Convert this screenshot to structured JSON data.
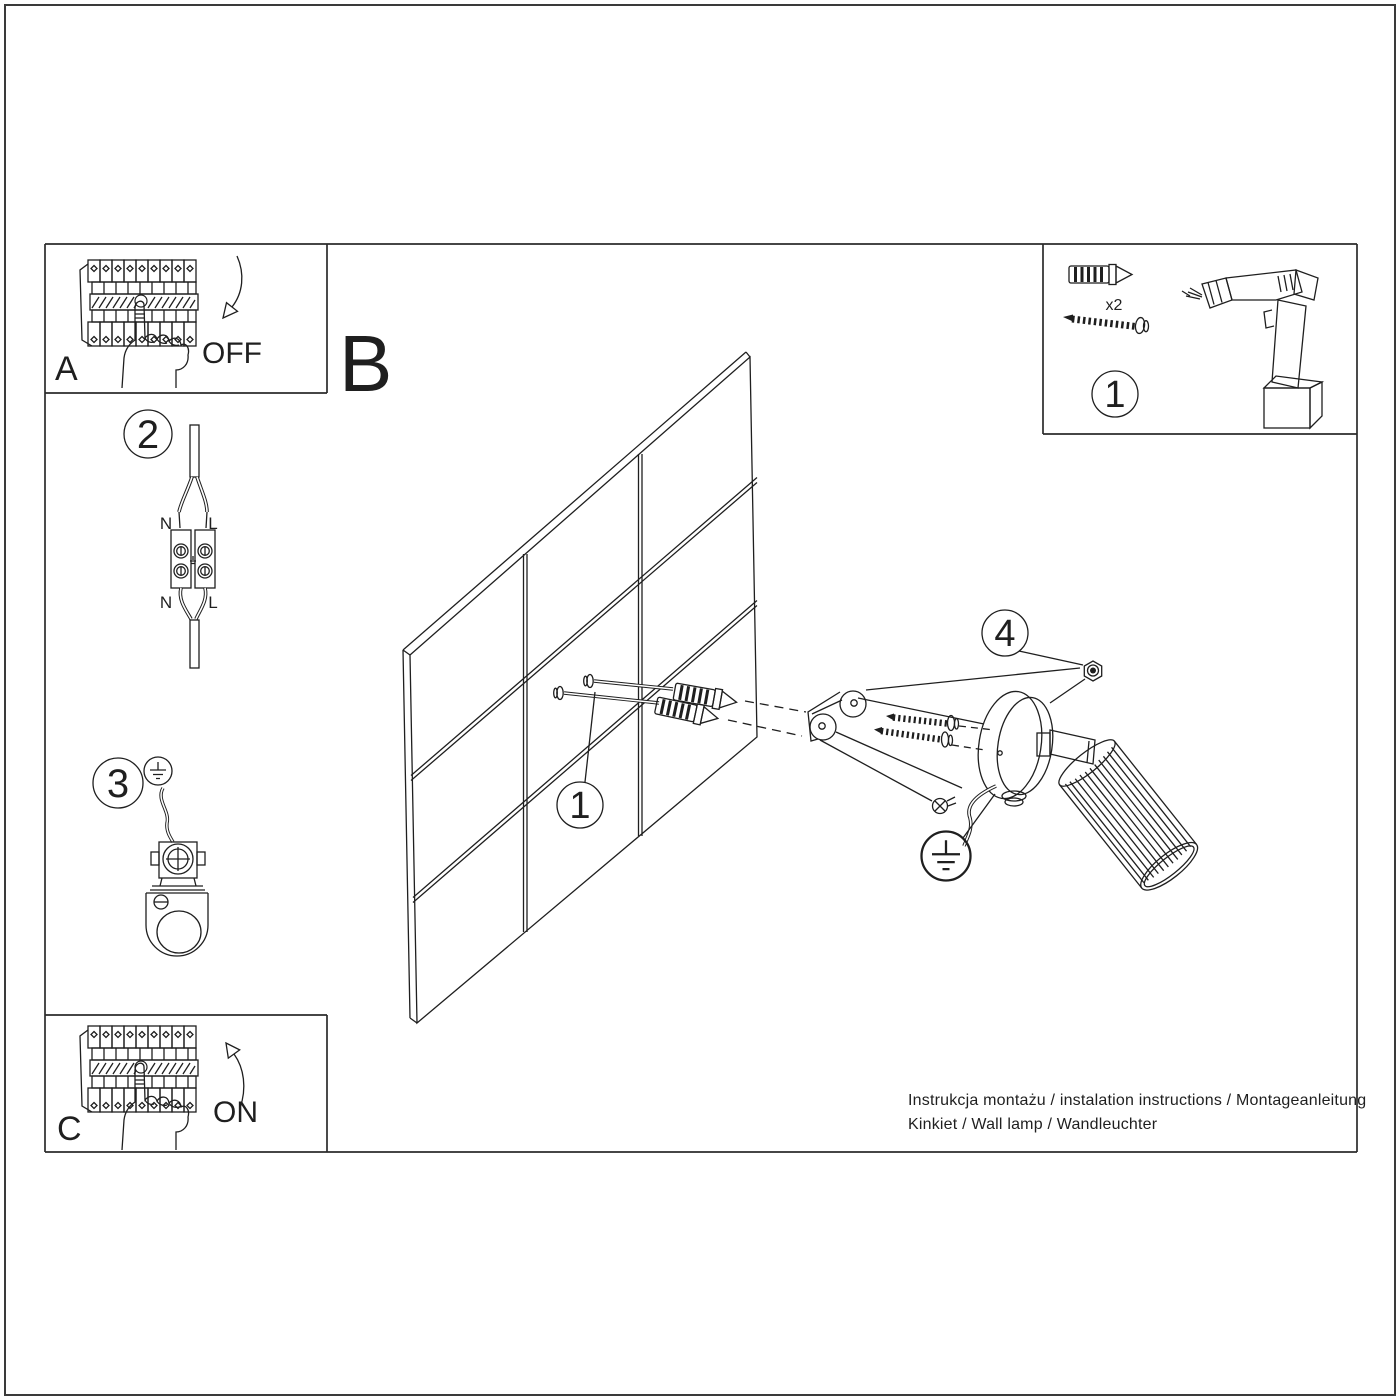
{
  "doc": {
    "type": "wall lamp installation instruction sheet"
  },
  "colors": {
    "ink": "#1f1f1f",
    "paper": "#ffffff"
  },
  "sections": {
    "a_label": "A",
    "b_label": "B",
    "c_label": "C"
  },
  "power": {
    "off_label": "OFF",
    "on_label": "ON"
  },
  "callouts": {
    "wiring_step": "2",
    "earth_step": "3",
    "anchors": "1",
    "kit_step": "1",
    "nut": "4"
  },
  "terminal_block": {
    "top_left": "N",
    "top_right": "L",
    "bottom_left": "N",
    "bottom_right": "L"
  },
  "kit": {
    "anchor_quantity": "x2"
  },
  "footer": {
    "line1": "Instrukcja montażu / instalation instructions / Montageanleitung",
    "line2": "Kinkiet / Wall lamp / Wandleuchter"
  }
}
